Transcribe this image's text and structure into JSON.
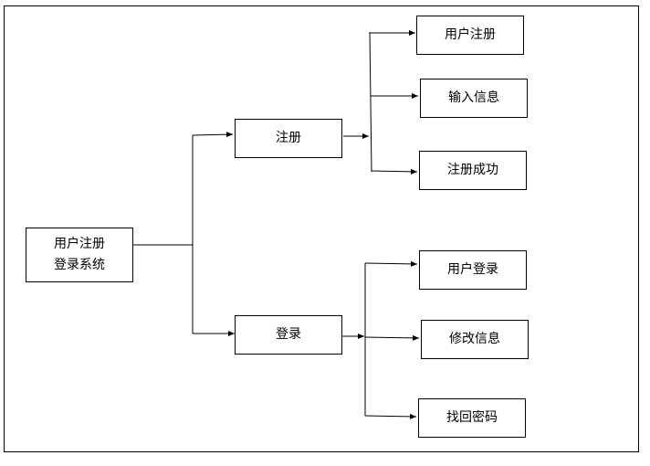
{
  "diagram": {
    "root": {
      "line1": "用户注册",
      "line2": "登录系统"
    },
    "branches": {
      "register": {
        "label": "注册",
        "children": [
          "用户注册",
          "输入信息",
          "注册成功"
        ]
      },
      "login": {
        "label": "登录",
        "children": [
          "用户登录",
          "修改信息",
          "找回密码"
        ]
      }
    }
  }
}
